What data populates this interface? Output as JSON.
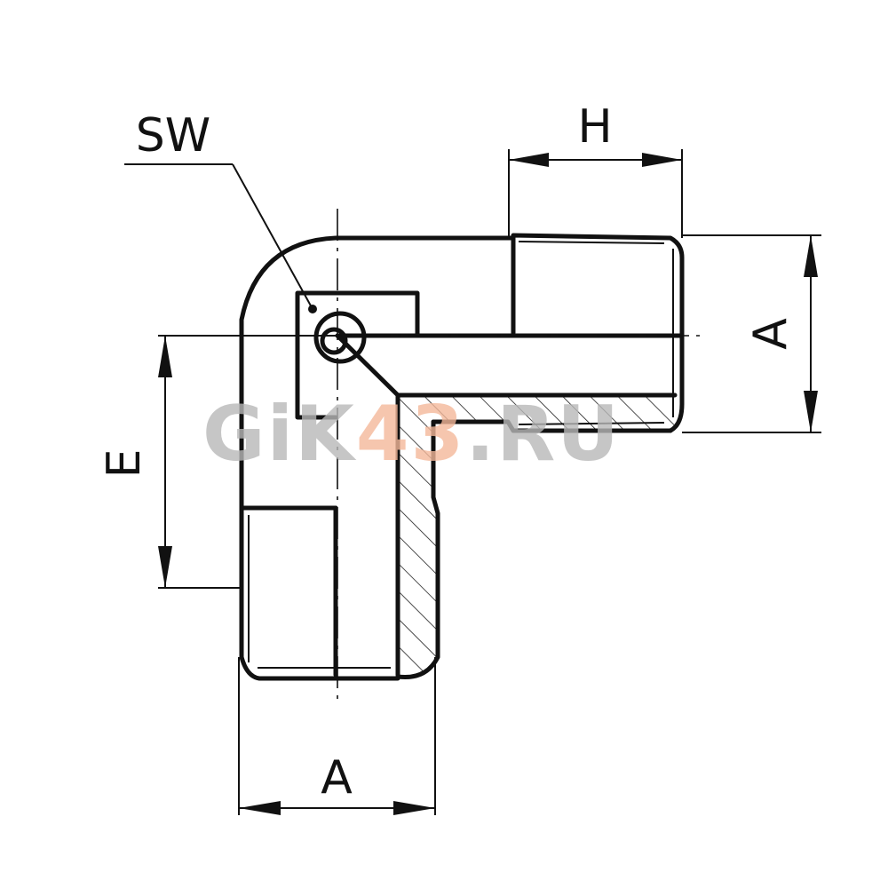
{
  "labels": {
    "sw": "SW",
    "h": "H",
    "a_right": "A",
    "e": "E",
    "a_bottom": "A"
  },
  "watermark": {
    "part1": "GiK",
    "part2": "43",
    "part3": ".RU"
  },
  "colors": {
    "line": "#111111",
    "watermark_gray": "#b8b8b8",
    "watermark_accent": "#f4b89a"
  }
}
